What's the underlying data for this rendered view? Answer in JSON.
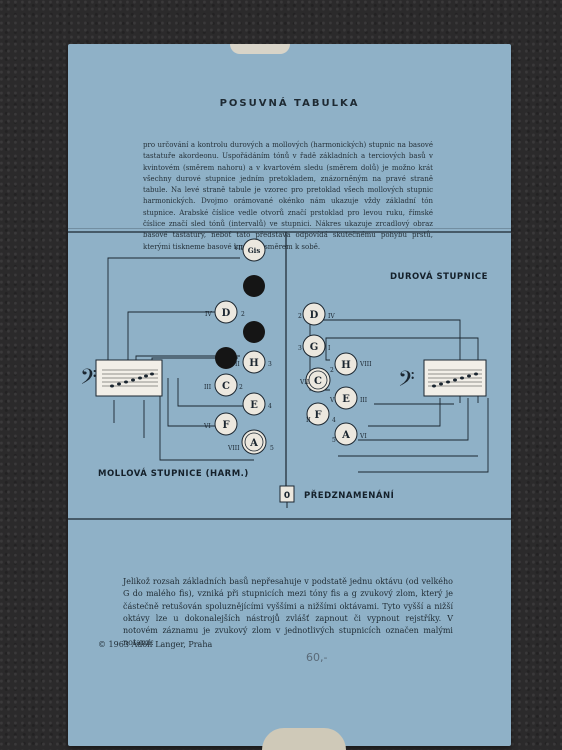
{
  "title": "POSUVNÁ TABULKA",
  "intro_text": "pro určování a kontrolu durových a mollových (harmonických) stupnic na basové tastatuře akordeonu. Uspořádáním tónů v řadě základních a terciových basů v kvintovém (směrem nahoru) a v kvartovém sledu (směrem dolů) je možno krát všechny durové stupnice jedním pretokladem, znázorněným na pravé straně tabule. Na levé straně tabule je vzorec pro pretoklad všech mollových stupnic harmonických. Dvojmo orámované okénko nám ukazuje vždy základní tón stupnice. Arabské číslice vedle otvorů značí prstoklad pro levou ruku, římské číslice značí sled tónů (intervalů) ve stupnici. Nákres ukazuje zrcadlový obraz basové tastatury, neboť tato představa odpovídá skutečnému pohybu prstů, kterými tiskneme basové knoflíky směrem k sobě.",
  "diagram": {
    "major_label": "DUROVÁ STUPNICE",
    "minor_label": "MOLLOVÁ STUPNICE (HARM.)",
    "accidentals_label": "PŘEDZNAMENÁNÍ",
    "accidentals_value": "0",
    "minor_buttons": {
      "gis": "Gis",
      "d": "D",
      "h": "H",
      "c": "C",
      "e": "E",
      "f": "F",
      "a": "A"
    },
    "major_buttons": {
      "d": "D",
      "g": "G",
      "h": "H",
      "c": "C",
      "e": "E",
      "f": "F",
      "a": "A"
    },
    "minor_numbers": {
      "vii": "VII",
      "iv": "IV",
      "ii": "II",
      "iii": "III",
      "vi": "VI",
      "viii": "VIII",
      "f2a": "2",
      "f2b": "2",
      "f3": "3",
      "f4": "4",
      "f5": "5"
    },
    "major_numbers": {
      "iv": "IV",
      "i": "I",
      "v": "V",
      "vii": "VII",
      "iii": "III",
      "vi": "VI",
      "ii": "II",
      "viii": "VIII",
      "f2a": "2",
      "f2b": "2",
      "f3": "3",
      "f4": "4",
      "f5": "5"
    },
    "colors": {
      "card": "#8fb1c7",
      "button": "#ece8df",
      "hole": "#151515",
      "line": "#1b2630"
    }
  },
  "outro_text": "Jelikož rozsah základních basů nepřesahuje v podstatě jednu oktávu (od velkého G do malého fis), vzniká při stupnicích mezi tóny fis a g zvukový zlom, který je částečně retušován spoluznějícími vyššími a nižšími oktávami. Tyto vyšší a nižší oktávy lze u dokonalejších nástrojů zvlášť zapnout či vypnout rejstříky. V notovém záznamu je zvukový zlom v jednotlivých stupnicích označen malými notami.",
  "pencil_mark": "60,-",
  "copyright": "© 1963 Adolf Langer, Praha"
}
